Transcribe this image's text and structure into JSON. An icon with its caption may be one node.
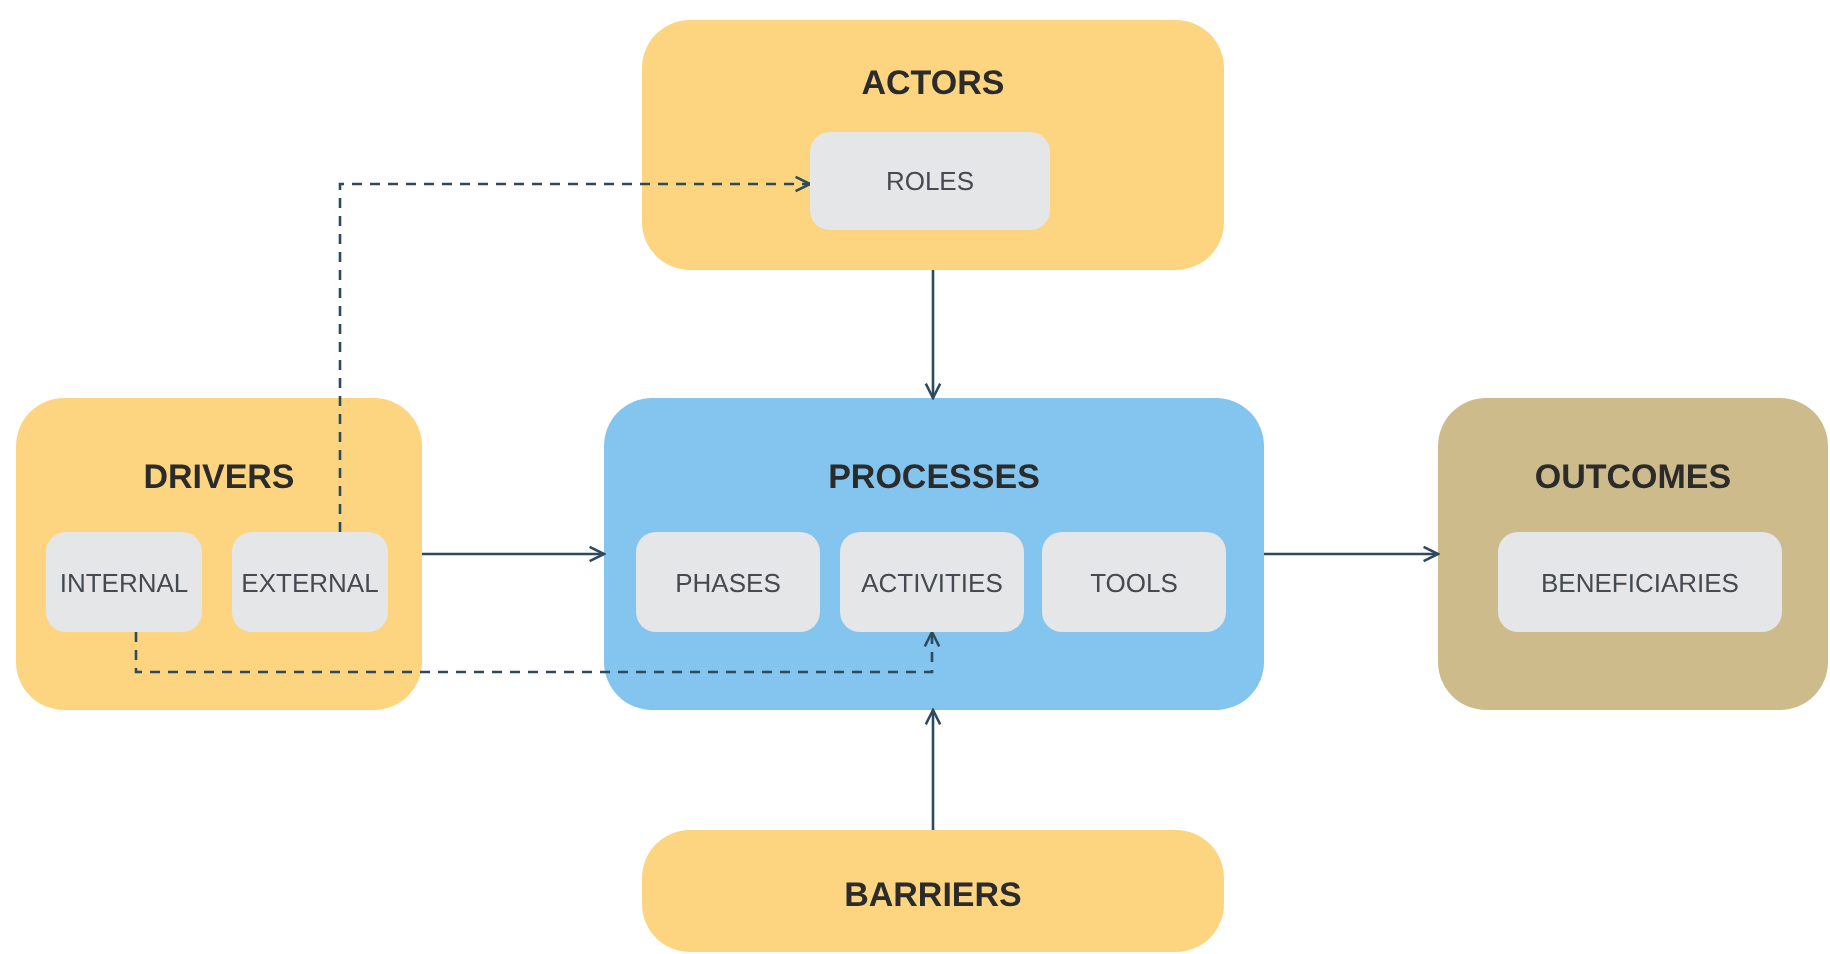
{
  "diagram": {
    "nodes": [
      {
        "text": [
          "ACTORS"
        ]
      },
      {
        "text": [
          "ROLES"
        ],
        "in": 0
      },
      {
        "text": [
          "DRIVERS"
        ]
      },
      {
        "text": [
          "INTERNAL"
        ],
        "in": 2
      },
      {
        "text": [
          "EXTERNAL"
        ],
        "in": 2
      },
      {
        "text": [
          "PROCESSES"
        ]
      },
      {
        "text": [
          "PHASES"
        ],
        "in": 5
      },
      {
        "text": [
          "ACTIVITIES"
        ],
        "in": 5
      },
      {
        "text": [
          "TOOLS"
        ],
        "in": 5
      },
      {
        "text": [
          "OUTCOMES"
        ]
      },
      {
        "text": [
          "BENEFICIARIES"
        ],
        "in": 9
      },
      {
        "text": [
          "BARRIERS"
        ]
      }
    ],
    "edges": [
      {
        "from": 0,
        "to": 5,
        "arrow": "to"
      },
      {
        "from": 2,
        "to": 5,
        "arrow": "to"
      },
      {
        "from": 5,
        "to": 9,
        "arrow": "to"
      },
      {
        "from": 11,
        "to": 5,
        "arrow": "to"
      },
      {
        "from": 4,
        "to": 1,
        "arrow": "to",
        "style": "dashed"
      },
      {
        "from": 3,
        "to": 7,
        "arrow": "to",
        "style": "dashed"
      }
    ]
  }
}
